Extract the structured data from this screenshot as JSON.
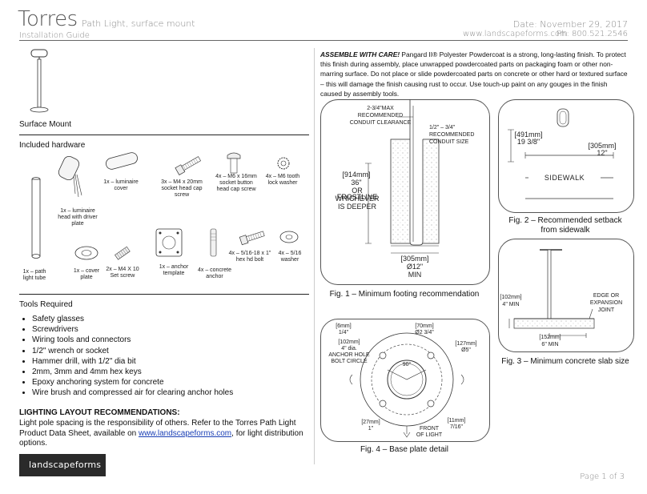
{
  "header": {
    "title": "Torres",
    "subtitle": "Path Light, surface mount",
    "guide": "Installation Guide",
    "date": "Date: November 29, 2017",
    "website": "www.landscapeforms.com",
    "phone": "Ph: 800.521.2546"
  },
  "surface_mount_label": "Surface Mount",
  "included_hardware": {
    "heading": "Included hardware",
    "items": [
      "1x – luminaire head with driver plate",
      "1x – luminaire cover",
      "3x – M4 x 20mm socket head cap screw",
      "4x – M6 x 16mm socket button head cap screw",
      "4x – M6 tooth lock washer",
      "1x – path light tube",
      "1x – cover plate",
      "2x – M4 X 10 Set screw",
      "1x – anchor template",
      "4x – concrete anchor",
      "4x – 5/16-18 x 1\" hex hd bolt",
      "4x – 5/16 washer"
    ]
  },
  "tools": {
    "heading": "Tools Required",
    "items": [
      "Safety glasses",
      "Screwdrivers",
      "Wiring tools and connectors",
      "1/2\" wrench or socket",
      "Hammer drill, with 1/2\" dia bit",
      "2mm, 3mm and 4mm hex keys",
      "Epoxy anchoring system for concrete",
      "Wire brush and compressed air for clearing anchor holes"
    ]
  },
  "layout_rec": {
    "heading": "LIGHTING LAYOUT RECOMMENDATIONS:",
    "text_before": "Light pole spacing is the responsibility of others. Refer to the Torres Path Light Product Data Sheet, available on ",
    "link": "www.landscapeforms.com",
    "text_after": ", for light distribution options."
  },
  "logo_text": "landscapeforms",
  "page_label": "Page 1 of 3",
  "assemble": {
    "lead": "ASSEMBLE WITH CARE!",
    "text": " Pangard II® Polyester Powdercoat is a strong, long-lasting finish.  To protect this finish during assembly, place unwrapped powdercoated parts on packaging foam or other non-marring surface.  Do not place or slide powdercoated parts on concrete or other hard or textured surface – this will damage the finish causing rust to occur.  Use touch-up paint on any gouges in the finish caused by assembly tools."
  },
  "fig1": {
    "caption": "Fig. 1 – Minimum footing recommendation",
    "max_line1": "2-3/4\"MAX",
    "max_line2": "RECOMMENDED",
    "max_line3": "CONDUIT CLEARANCE",
    "size_line1": "1/2\" – 3/4\"",
    "size_line2": "RECOMMENDED",
    "size_line3": "CONDUIT SIZE",
    "depth_mm": "[914mm]",
    "depth_in": "36\"",
    "depth_line3": "OR FROSTLINE",
    "depth_line4": "WHICHEVER",
    "depth_line5": "IS DEEPER",
    "width_mm": "[305mm]",
    "width_in": "Ø12\"",
    "width_min": "MIN"
  },
  "fig2": {
    "caption_line1": "Fig. 2 – Recommended setback",
    "caption_line2": "from sidewalk",
    "h_mm": "[491mm]",
    "h_in": "19 3/8\"",
    "s_mm": "[305mm]",
    "s_in": "12\"",
    "sidewalk": "SIDEWALK"
  },
  "fig3": {
    "caption": "Fig. 3 – Minimum concrete slab size",
    "d_mm": "[102mm]",
    "d_in": "4\" MIN",
    "joint1": "EDGE OR",
    "joint2": "EXPANSION",
    "joint3": "JOINT",
    "w_mm": "[152mm]",
    "w_in": "6\" MIN"
  },
  "fig4": {
    "caption": "Fig. 4 – Base plate detail",
    "a_mm": "[6mm]",
    "a_in": "1/4\"",
    "b_mm": "[70mm]",
    "b_in": "Ø2 3/4\"",
    "c_mm": "[102mm]",
    "c_in": "4\" dia.",
    "c_line3": "ANCHOR HOLE",
    "c_line4": "BOLT CIRCLE",
    "d_mm": "[127mm]",
    "d_in": "Ø5\"",
    "angle": "90°",
    "e_mm": "[27mm]",
    "e_in": "1\"",
    "f_line1": "FRONT",
    "f_line2": "OF LIGHT",
    "g_mm": "[11mm]",
    "g_in": "7/16\""
  }
}
